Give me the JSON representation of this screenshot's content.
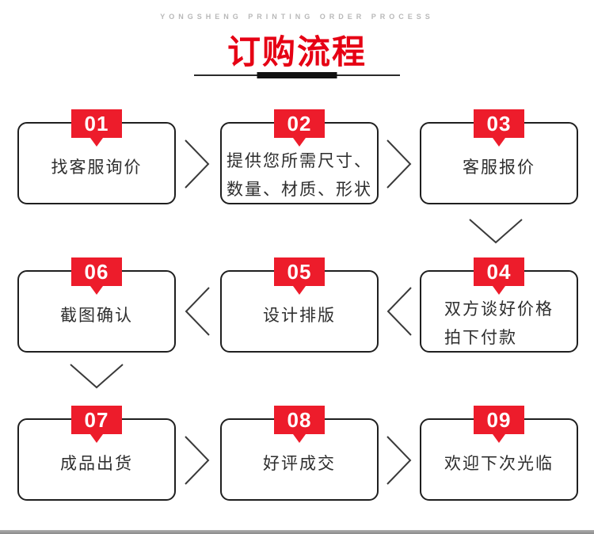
{
  "colors": {
    "badge-red": "#ed1c2b",
    "title-red": "#e60014",
    "border-dark": "#1f1f1f",
    "text-dark": "#2e2e2e",
    "muted-gray": "#b8b8b8",
    "chevron-gray": "#3a3a3a"
  },
  "header": {
    "eyebrow": "YONGSHENG PRINTING ORDER PROCESS",
    "title": "订购流程"
  },
  "steps": [
    {
      "num": "01",
      "lines": [
        "找客服询价"
      ]
    },
    {
      "num": "02",
      "lines": [
        "提供您所需尺寸、",
        "数量、材质、形状"
      ]
    },
    {
      "num": "03",
      "lines": [
        "客服报价"
      ]
    },
    {
      "num": "04",
      "lines": [
        "双方谈好价格",
        "拍下付款"
      ]
    },
    {
      "num": "05",
      "lines": [
        "设计排版"
      ]
    },
    {
      "num": "06",
      "lines": [
        "截图确认"
      ]
    },
    {
      "num": "07",
      "lines": [
        "成品出货"
      ]
    },
    {
      "num": "08",
      "lines": [
        "好评成交"
      ]
    },
    {
      "num": "09",
      "lines": [
        "欢迎下次光临"
      ]
    }
  ],
  "icons": {
    "forward": "chevron-right",
    "backward": "chevron-left",
    "down": "chevron-down"
  }
}
